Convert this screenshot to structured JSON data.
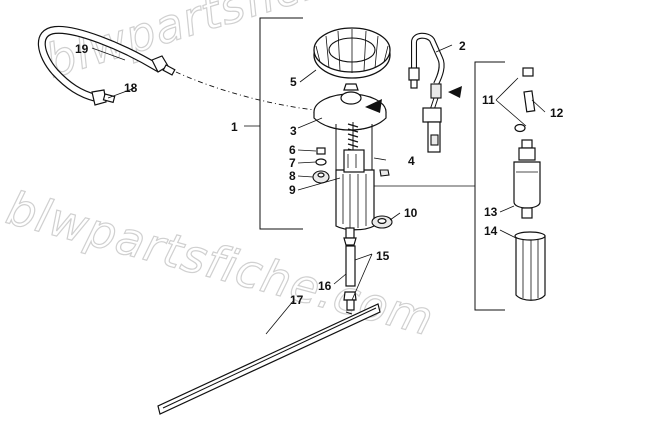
{
  "watermark": {
    "upper": "blwpartsfiche.com",
    "lower": "blwpartsfiche.com"
  },
  "callouts": [
    {
      "id": "1",
      "label": "1"
    },
    {
      "id": "2",
      "label": "2"
    },
    {
      "id": "3",
      "label": "3"
    },
    {
      "id": "4",
      "label": "4"
    },
    {
      "id": "5",
      "label": "5"
    },
    {
      "id": "6",
      "label": "6"
    },
    {
      "id": "7",
      "label": "7"
    },
    {
      "id": "8",
      "label": "8"
    },
    {
      "id": "9",
      "label": "9"
    },
    {
      "id": "10",
      "label": "10"
    },
    {
      "id": "11",
      "label": "11"
    },
    {
      "id": "12",
      "label": "12"
    },
    {
      "id": "13",
      "label": "13"
    },
    {
      "id": "14",
      "label": "14"
    },
    {
      "id": "15",
      "label": "15"
    },
    {
      "id": "16",
      "label": "16"
    },
    {
      "id": "17",
      "label": "17"
    },
    {
      "id": "18",
      "label": "18"
    },
    {
      "id": "19",
      "label": "19"
    }
  ]
}
